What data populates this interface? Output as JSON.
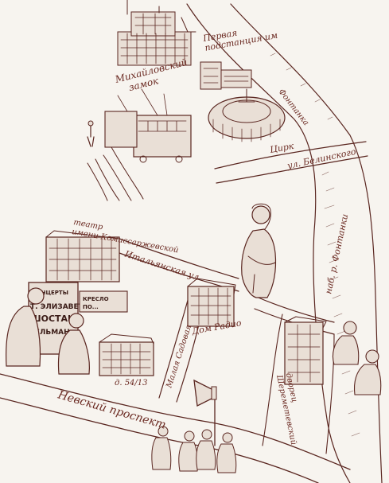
{
  "labels": {
    "mikhailovsky_castle": [
      "Михайловский",
      "замок"
    ],
    "first_substation": [
      "Первая",
      "подстанция им"
    ],
    "fontanka_top": "Фонтанка",
    "circus": "Цирк",
    "belinsky_street": "ул. Белинского",
    "komissarzhevskaya_theatre": [
      "театр",
      "имени Комиссаржевской"
    ],
    "italyanskaya_street": "Итальянская ул",
    "fontanka_embankment": "наб. р. Фонтанки",
    "malaya_sadovaya": "Малая Садовая",
    "radio_house": "Дом Радио",
    "sheremetev_palace": [
      "Шереметевский",
      "дворец"
    ],
    "house_number": "д. 54/13",
    "nevsky_prospekt": "Невский проспект"
  },
  "poster": {
    "lines": [
      "КОНЦЕРТЫ",
      "Т. ЭЛИЗАВЕТ",
      "ШОСТАКО",
      "ГЕЛЬМАН"
    ],
    "small_sign": [
      "КРЕСЛО",
      "ПО..."
    ]
  },
  "colors": {
    "ink": "#5a2620",
    "paper": "#f7f4ef",
    "text": "#6b2a22"
  }
}
